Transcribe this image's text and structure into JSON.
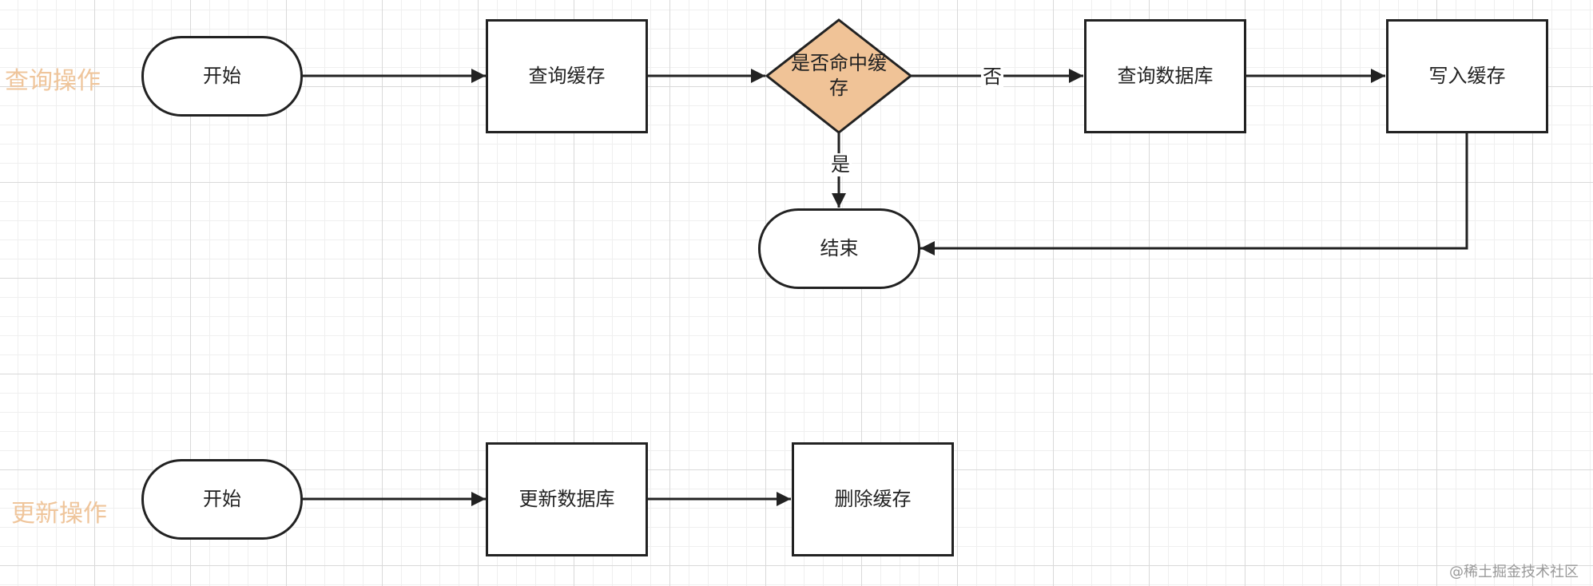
{
  "sections": {
    "query": "查询操作",
    "update": "更新操作"
  },
  "query_flow": {
    "start": "开始",
    "query_cache": "查询缓存",
    "decision": "是否命中缓存",
    "query_db": "查询数据库",
    "write_cache": "写入缓存",
    "end": "结束",
    "yes_label": "是",
    "no_label": "否"
  },
  "update_flow": {
    "start": "开始",
    "update_db": "更新数据库",
    "delete_cache": "删除缓存"
  },
  "colors": {
    "section_label": "#efc59b",
    "decision_fill": "#f0c397",
    "stroke": "#222222"
  },
  "watermark": "@稀土掘金技术社区"
}
